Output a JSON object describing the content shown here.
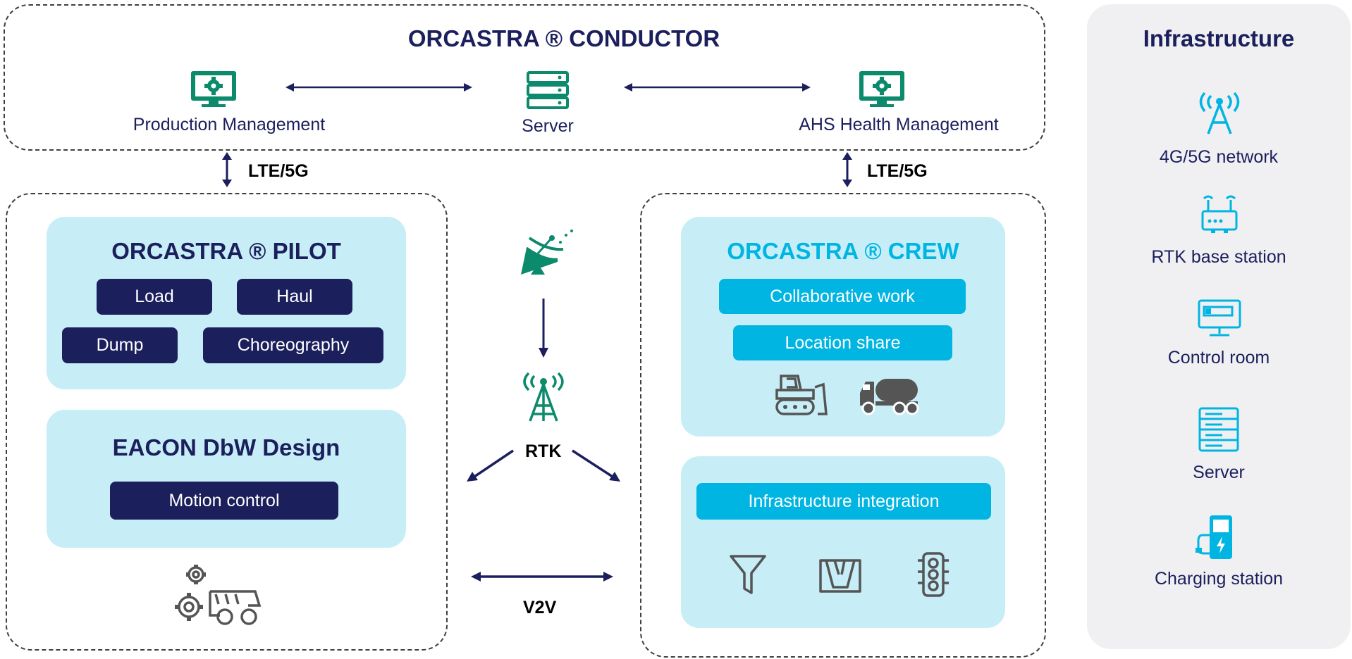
{
  "conductor": {
    "title": "ORCASTRA ® CONDUCTOR",
    "production_label": "Production Management",
    "server_label": "Server",
    "ahs_label": "AHS Health Management"
  },
  "links": {
    "lte_left": "LTE/5G",
    "lte_right": "LTE/5G",
    "rtk": "RTK",
    "v2v": "V2V"
  },
  "pilot": {
    "title": "ORCASTRA ® PILOT",
    "buttons": [
      "Load",
      "Haul",
      "Dump",
      "Choreography"
    ]
  },
  "eacon": {
    "title": "EACON DbW Design",
    "button": "Motion control"
  },
  "crew": {
    "title": "ORCASTRA ® CREW",
    "buttons": [
      "Collaborative work",
      "Location share"
    ]
  },
  "integration": {
    "button": "Infrastructure integration"
  },
  "infrastructure": {
    "title": "Infrastructure",
    "items": [
      "4G/5G network",
      "RTK base station",
      "Control room",
      "Server",
      "Charging station"
    ]
  },
  "colors": {
    "navy": "#1b1f5c",
    "teal": "#0c8a6c",
    "cyan": "#00b5e2",
    "panel": "#c7eef7",
    "sidebar": "#f0f0f2"
  }
}
